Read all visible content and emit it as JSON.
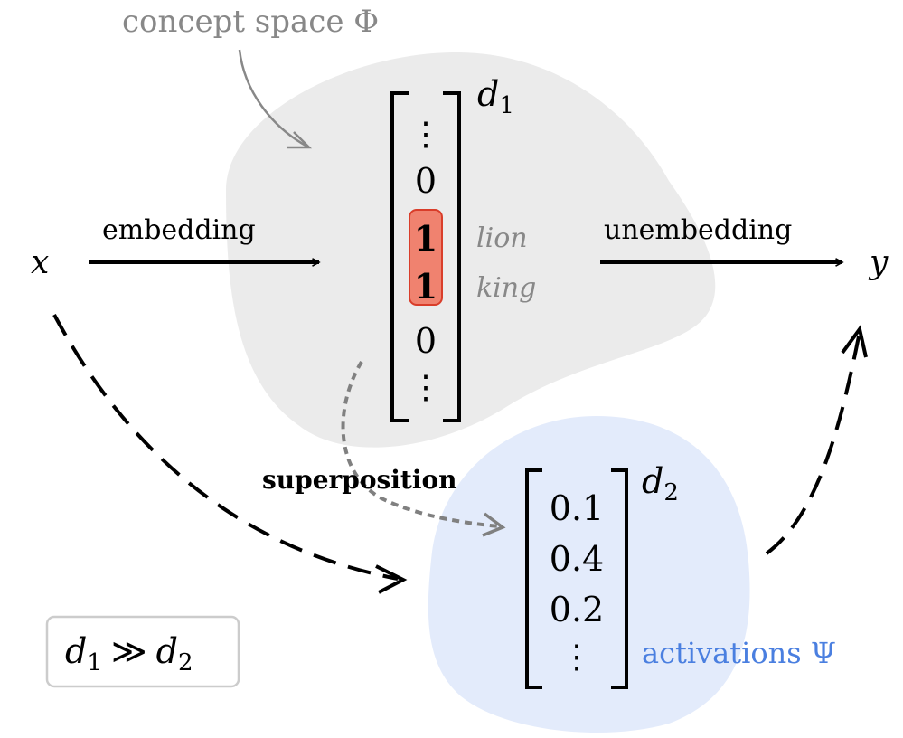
{
  "concept_space": {
    "label": "concept space Φ",
    "color": "#888888",
    "blob_color": "#ebebeb"
  },
  "input": {
    "symbol": "x"
  },
  "output": {
    "symbol": "y"
  },
  "embedding": {
    "label": "embedding"
  },
  "unembedding": {
    "label": "unembedding"
  },
  "concept_vector": {
    "dimension": "d",
    "dimension_sub": "1",
    "entries": [
      "⋮",
      "0",
      "1",
      "1",
      "0",
      "⋮"
    ],
    "highlight_color": "#f0826f",
    "highlight_border": "#d93d2a",
    "annotations": {
      "lion": "lion",
      "king": "king"
    }
  },
  "superposition": {
    "label": "superposition"
  },
  "activation_vector": {
    "dimension": "d",
    "dimension_sub": "2",
    "entries": [
      "0.1",
      "0.4",
      "0.2",
      "⋮"
    ]
  },
  "activations": {
    "label": "activations Ψ",
    "color": "#4a7fe0",
    "blob_color": "#e3ebfb"
  },
  "relation_box": {
    "d1": "d",
    "d1_sub": "1",
    "op": "≫",
    "d2": "d",
    "d2_sub": "2"
  }
}
